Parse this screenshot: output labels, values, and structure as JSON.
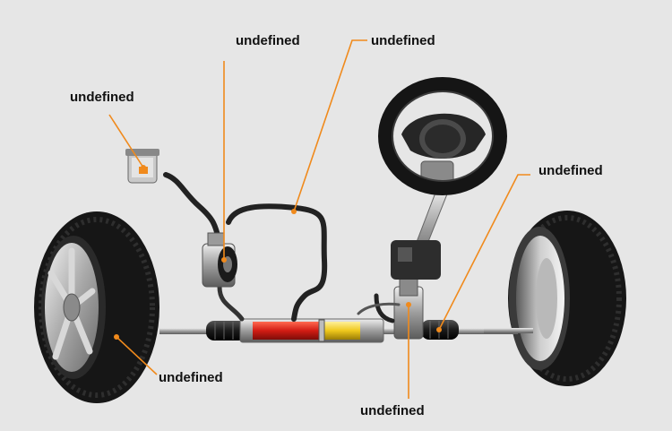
{
  "colors": {
    "background": "#e6e6e6",
    "leader_line": "#f08a1c",
    "tire": "#161616",
    "rack_red": "#d21c14",
    "rack_yellow": "#efc81c"
  },
  "labels": {
    "reservoir": "undefined",
    "pump": "undefined",
    "hose": "undefined",
    "tie_rod": "undefined",
    "wheel": "undefined",
    "pinion_valve": "undefined"
  }
}
